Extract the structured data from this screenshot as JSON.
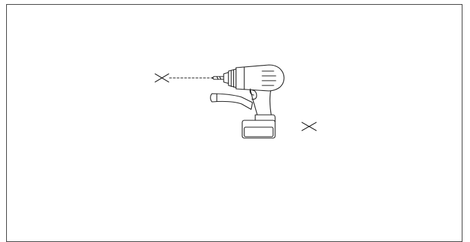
{
  "diagram": {
    "subject": "cordless-drill",
    "markers": [
      "cross-mark",
      "cross-mark"
    ],
    "guide_line": "dashed-drilling-direction",
    "line_color": "#1a1a1a",
    "frame_color": "#3a3a3a",
    "background": "#ffffff"
  }
}
